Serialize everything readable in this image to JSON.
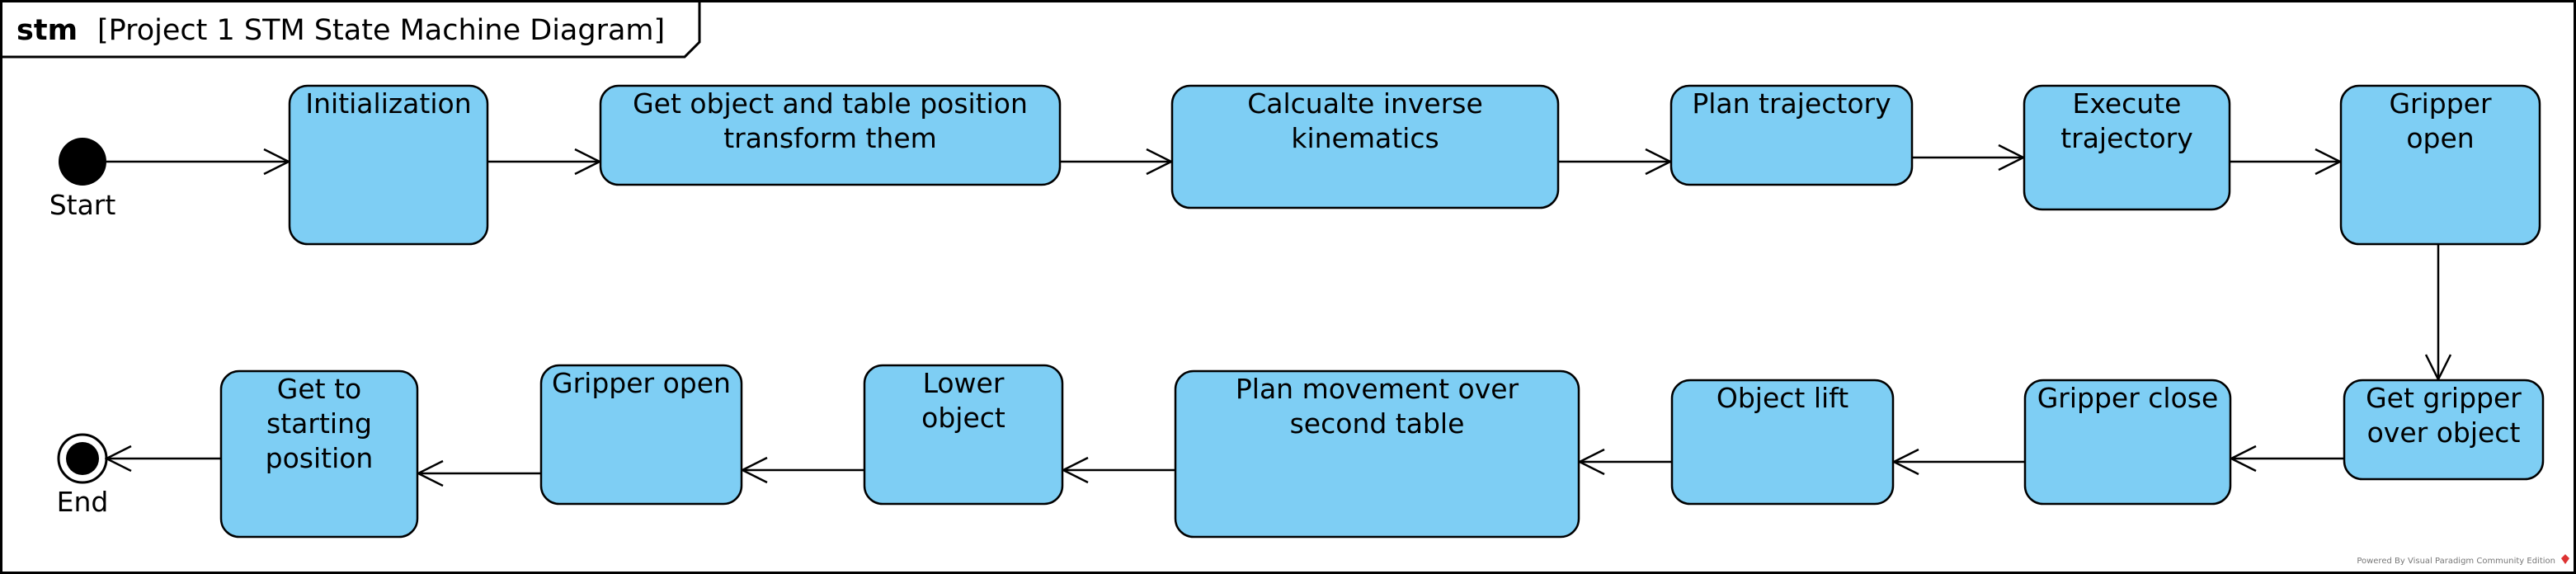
{
  "frame": {
    "keyword": "stm",
    "title": "[Project 1 STM State Machine Diagram]"
  },
  "pseudostates": {
    "start_label": "Start",
    "end_label": "End"
  },
  "states": [
    {
      "id": "initialization",
      "lines": [
        "Initialization"
      ]
    },
    {
      "id": "get-object-table-position",
      "lines": [
        "Get object and table position",
        "transform them"
      ]
    },
    {
      "id": "calculate-inverse-kinematics",
      "lines": [
        "Calcualte inverse",
        "kinematics"
      ]
    },
    {
      "id": "plan-trajectory",
      "lines": [
        "Plan trajectory"
      ]
    },
    {
      "id": "execute-trajectory",
      "lines": [
        "Execute",
        "trajectory"
      ]
    },
    {
      "id": "gripper-open-1",
      "lines": [
        "Gripper",
        "open"
      ]
    },
    {
      "id": "get-gripper-over-object",
      "lines": [
        "Get gripper",
        "over object"
      ]
    },
    {
      "id": "gripper-close",
      "lines": [
        "Gripper close"
      ]
    },
    {
      "id": "object-lift",
      "lines": [
        "Object lift"
      ]
    },
    {
      "id": "plan-movement-second-table",
      "lines": [
        "Plan movement over",
        "second table"
      ]
    },
    {
      "id": "lower-object",
      "lines": [
        "Lower",
        "object"
      ]
    },
    {
      "id": "gripper-open-2",
      "lines": [
        "Gripper open"
      ]
    },
    {
      "id": "get-to-starting-position",
      "lines": [
        "Get to",
        "starting",
        "position"
      ]
    }
  ],
  "watermark": "Powered By Visual Paradigm Community Edition",
  "colors": {
    "state_fill": "#7ecef4",
    "stroke": "#000000",
    "background": "#ffffff"
  }
}
